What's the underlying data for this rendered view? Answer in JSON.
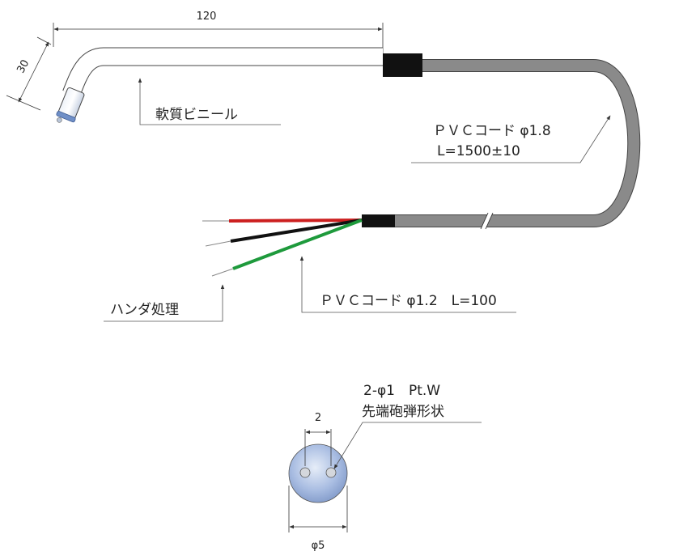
{
  "dimensions": {
    "horizontal_length": "120",
    "tip_length": "30",
    "pin_pitch": "2",
    "tip_diameter": "φ5"
  },
  "labels": {
    "soft_vinyl": "軟質ビニール",
    "pvc_cord_main_line1": "ＰＶＣコード φ1.8",
    "pvc_cord_main_line2": "L=1500±10",
    "pvc_cord_lead": "ＰＶＣコード φ1.2　L=100",
    "solder": "ハンダ処理",
    "tip_spec_line1": "2-φ1　Pt.W",
    "tip_spec_line2": "先端砲弾形状"
  },
  "colors": {
    "cable_gray": "#888888",
    "sleeve_black": "#111111",
    "wire_red": "#cc1f1f",
    "wire_black": "#111111",
    "wire_green": "#1e9a3c",
    "probe_blue": "#8aa6d6"
  }
}
